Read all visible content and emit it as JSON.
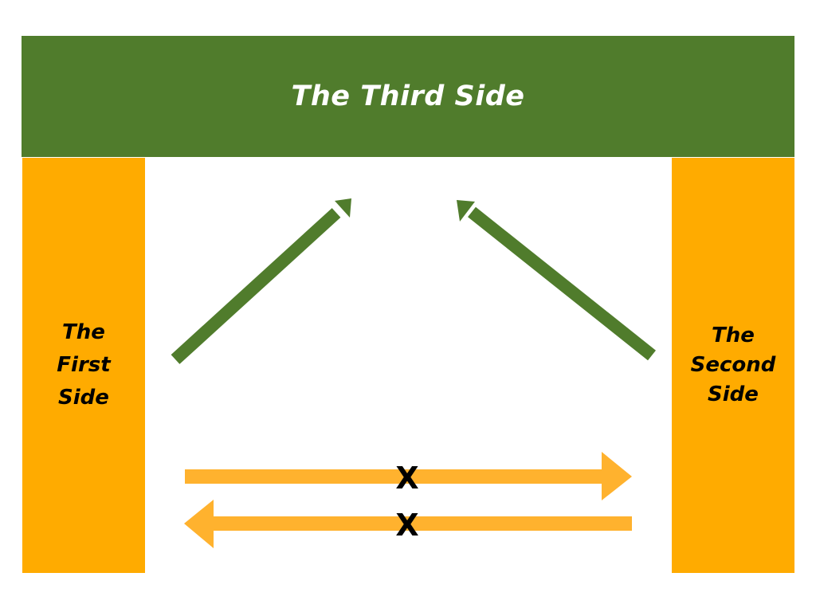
{
  "third_side": {
    "label": "The Third Side",
    "color": "#507c2c",
    "text_color": "#ffffff"
  },
  "first_side": {
    "lines": [
      "The",
      "First",
      "Side"
    ],
    "color": "#ffab00"
  },
  "second_side": {
    "lines": [
      "The",
      "Second",
      "Side"
    ],
    "color": "#ffab00"
  },
  "connectors": {
    "upward_arrow_color": "#507c2c",
    "horizontal_arrow_color": "#ffb22e",
    "blocked_marks": [
      "X",
      "X"
    ]
  }
}
